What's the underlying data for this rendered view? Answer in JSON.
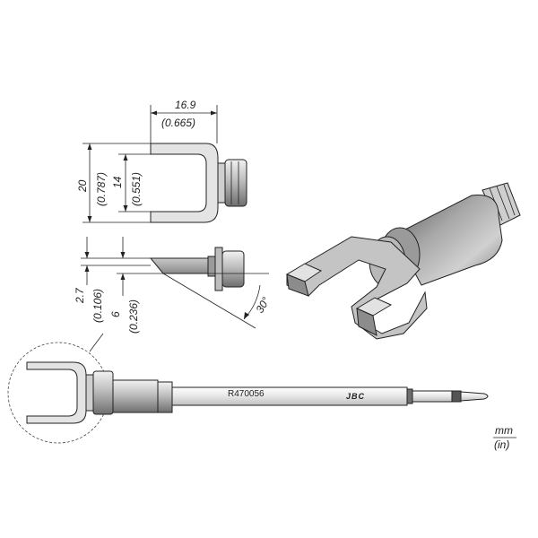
{
  "dimensions": {
    "width_mm": "16.9",
    "width_in": "(0.665)",
    "height_outer_mm": "20",
    "height_outer_in": "(0.787)",
    "height_inner_mm": "14",
    "height_inner_in": "(0.551)",
    "thickness_mm": "2.7",
    "thickness_in": "(0.106)",
    "side_mm": "6",
    "side_in": "(0.236)",
    "angle": "30°"
  },
  "part": {
    "reference": "R470056",
    "brand": "JBC"
  },
  "units": {
    "metric": "mm",
    "imperial": "(in)"
  },
  "colors": {
    "body_light": "#d9d9d9",
    "body_mid": "#a8a8a8",
    "body_dark": "#707070",
    "outline": "#222222"
  }
}
